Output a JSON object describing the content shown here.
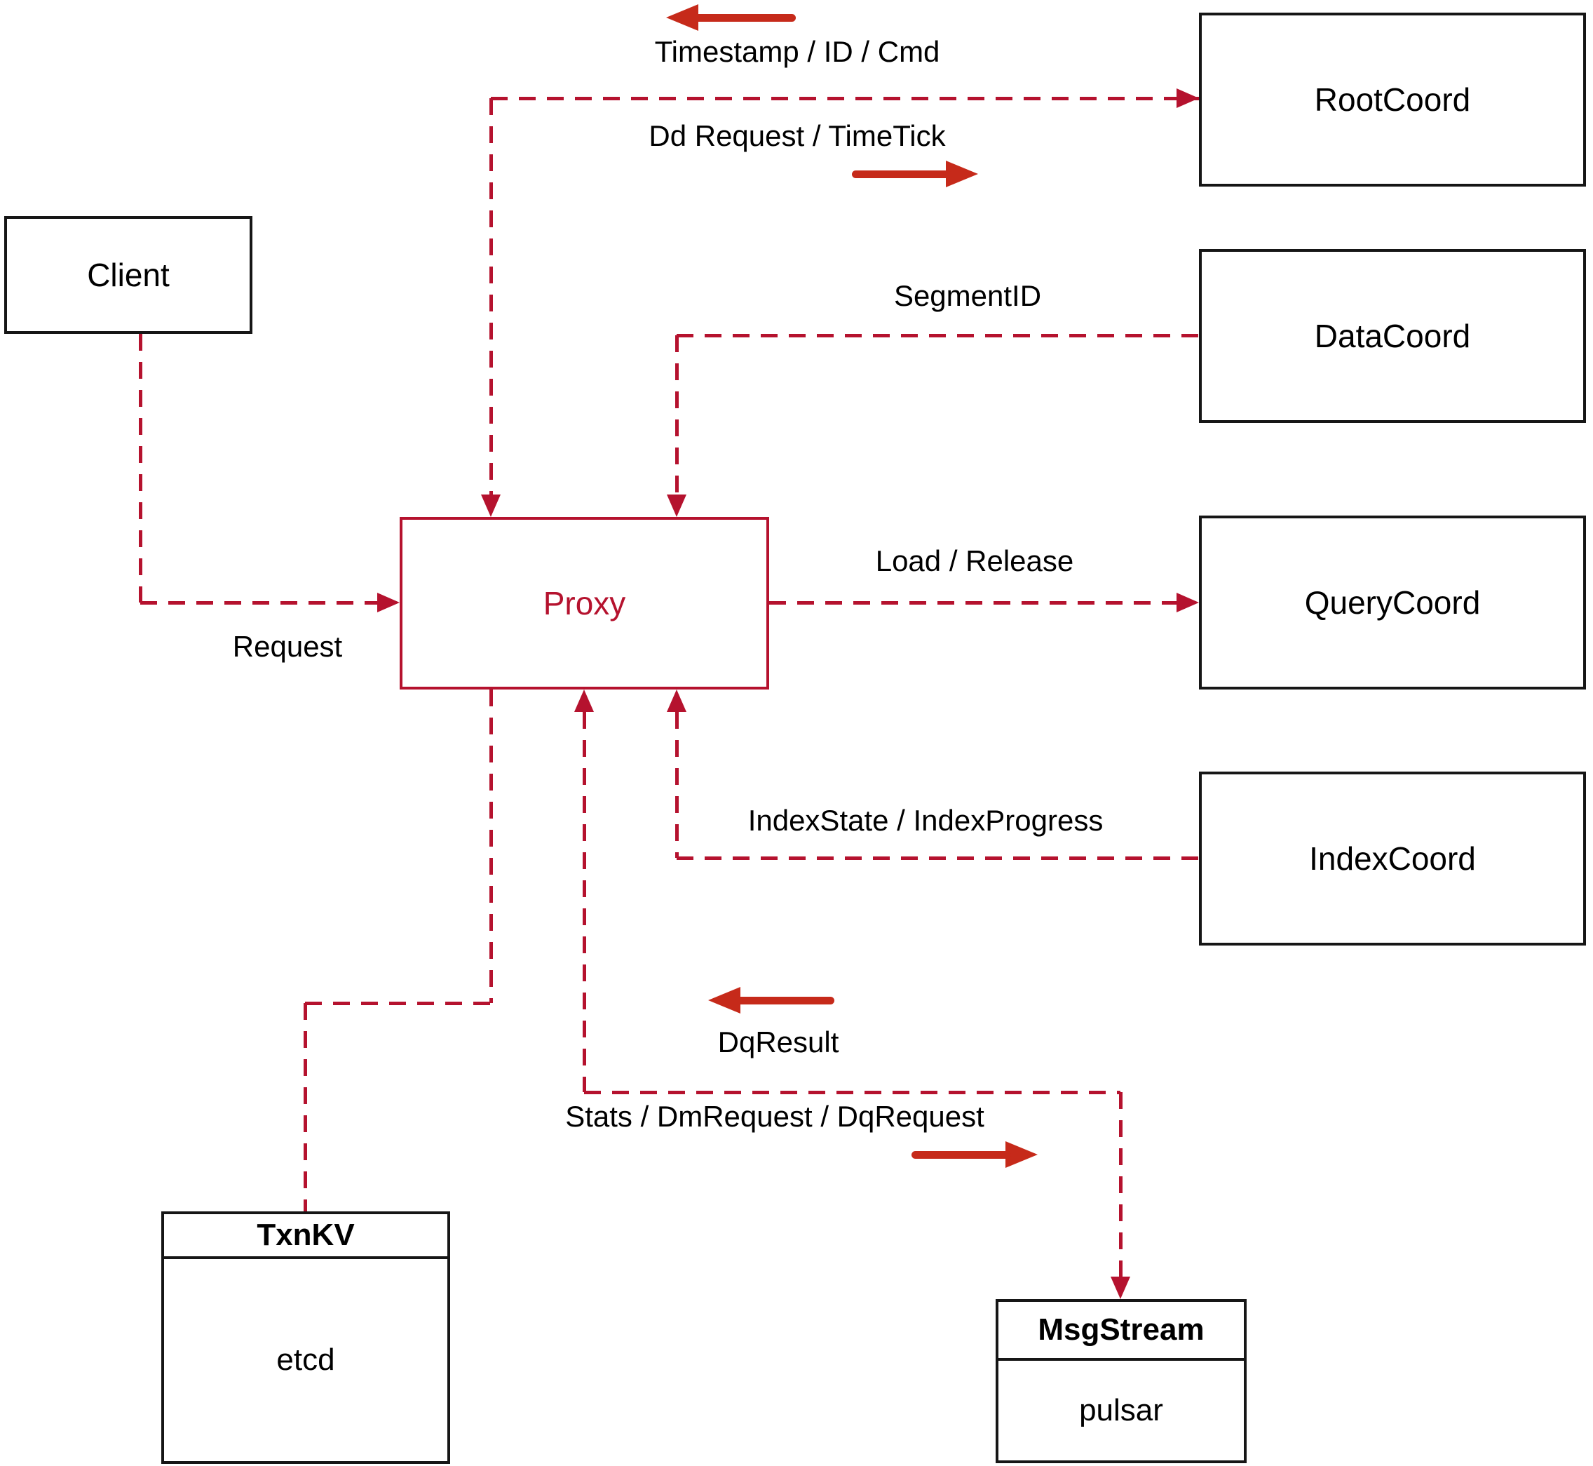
{
  "diagram": {
    "nodes": {
      "client": "Client",
      "proxy": "Proxy",
      "root_coord": "RootCoord",
      "data_coord": "DataCoord",
      "query_coord": "QueryCoord",
      "index_coord": "IndexCoord",
      "txn_kv": {
        "title": "TxnKV",
        "impl": "etcd"
      },
      "msg_stream": {
        "title": "MsgStream",
        "impl": "pulsar"
      }
    },
    "edge_labels": {
      "timestamp": "Timestamp / ID / Cmd",
      "dd_request": "Dd Request / TimeTick",
      "segment_id": "SegmentID",
      "load_release": "Load / Release",
      "index_state": "IndexState / IndexProgress",
      "dq_result": "DqResult",
      "stats": "Stats / DmRequest / DqRequest",
      "request": "Request"
    },
    "colors": {
      "line_red": "#b5122e",
      "arrow_red": "#c62a1a",
      "box_border": "#161616",
      "label_text": "#000000",
      "background": "#ffffff"
    }
  }
}
